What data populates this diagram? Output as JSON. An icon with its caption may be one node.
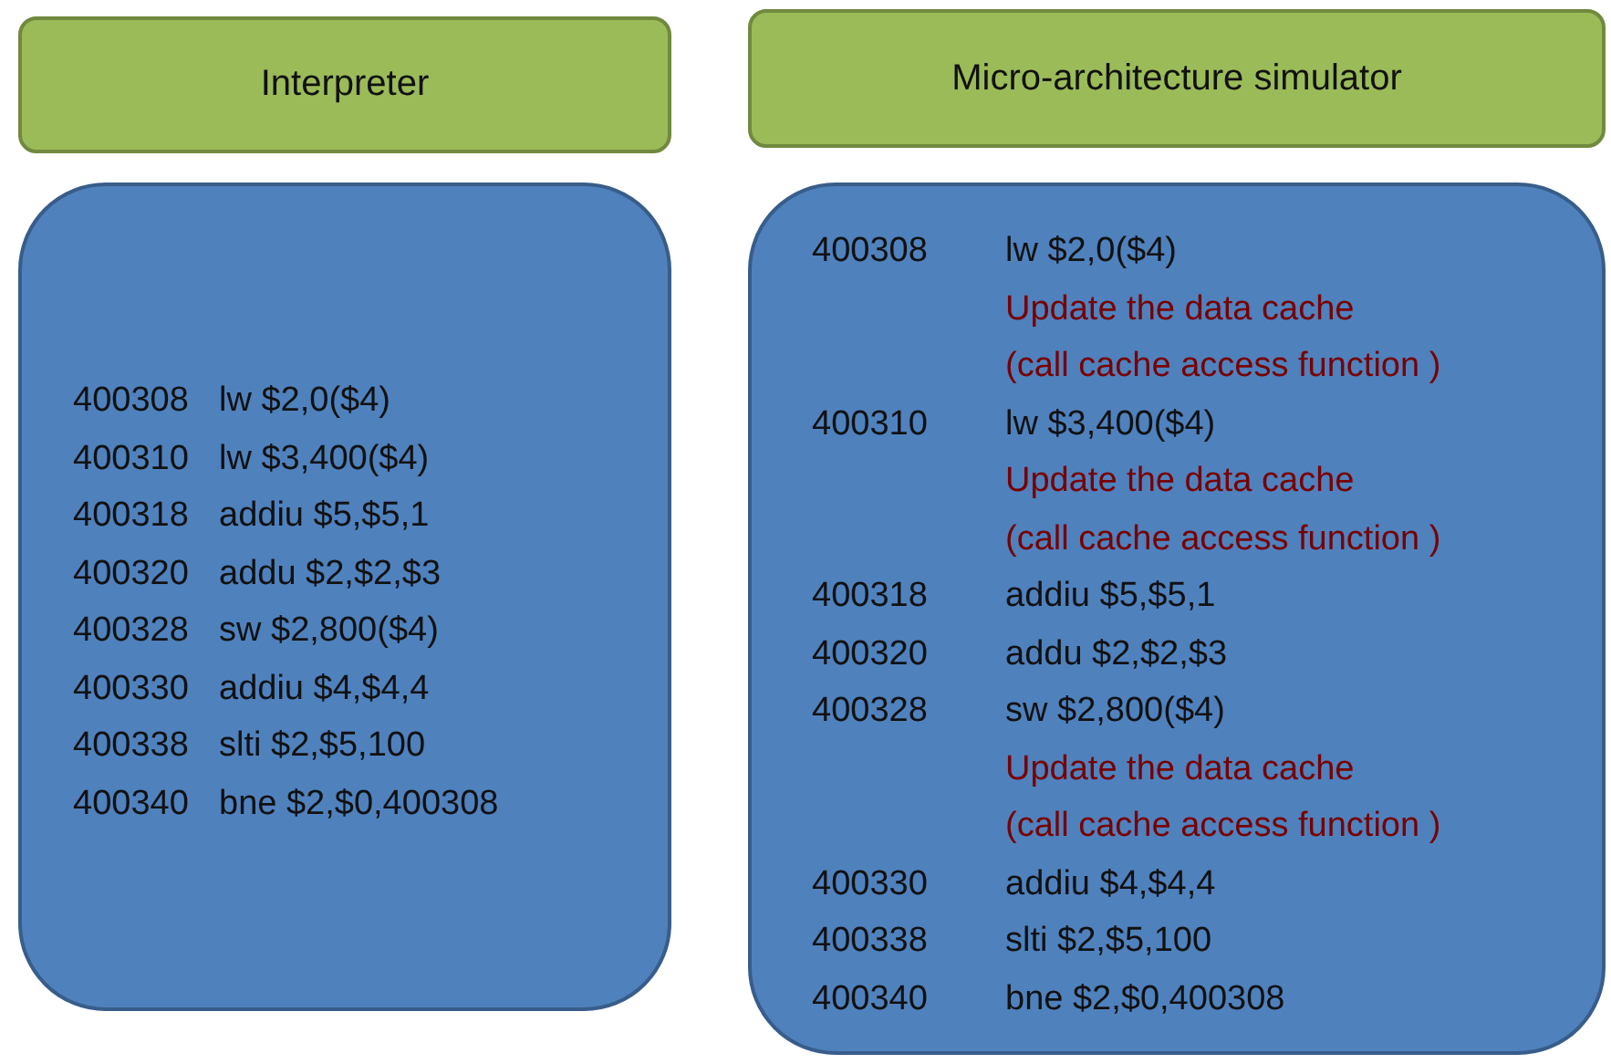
{
  "diagram": {
    "nodes": [
      {
        "text": [
          "Interpreter"
        ]
      },
      {
        "text": [
          "Micro-architecture simulator"
        ]
      },
      {
        "text": [
          "400308",
          "lw $2,0($4)",
          "400310",
          "lw $3,400($4)",
          "400318",
          "addiu $5,$5,1",
          "400320",
          "addu $2,$2,$3",
          "400328",
          "sw $2,800($4)",
          "400330",
          "addiu $4,$4,4",
          "400338",
          "slti $2,$5,100",
          "400340",
          "bne $2,$0,400308"
        ]
      },
      {
        "text": [
          "400308",
          "lw $2,0($4)",
          "Update the data cache",
          "(call cache access function )",
          "400310",
          "lw $3,400($4)",
          "Update the data cache",
          "(call cache access function )",
          "400318",
          "addiu $5,$5,1",
          "400320",
          "addu $2,$2,$3",
          "400328",
          "sw $2,800($4)",
          "Update the data cache",
          "(call cache access function )",
          "400330",
          "addiu $4,$4,4",
          "400338",
          "slti $2,$5,100",
          "400340",
          "bne $2,$0,400308"
        ]
      }
    ]
  }
}
